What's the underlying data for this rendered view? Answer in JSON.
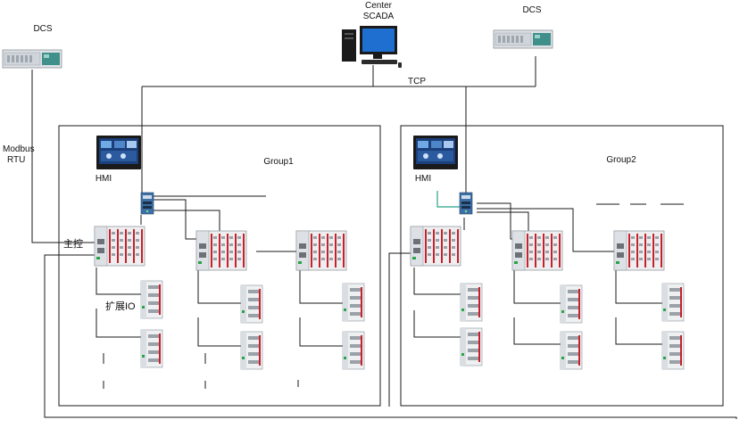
{
  "labels": {
    "dcs_left": "DCS",
    "dcs_right": "DCS",
    "center_scada_line1": "Center",
    "center_scada_line2": "SCADA",
    "tcp": "TCP",
    "modbus_line1": "Modbus",
    "modbus_line2": "RTU",
    "group1": "Group1",
    "group2": "Group2",
    "hmi1": "HMI",
    "hmi2": "HMI",
    "main_control": "主控",
    "expansion_io": "扩展IO"
  },
  "icons": {
    "dcs": "plc-rack-icon",
    "scada": "desktop-computer-icon",
    "hmi": "touch-panel-icon",
    "switch": "network-switch-icon",
    "controller": "io-controller-icon",
    "expansion": "expansion-io-module-icon"
  },
  "colors": {
    "line": "#1a1a1a",
    "device_body": "#e6e8ea",
    "device_accent": "#c8212b",
    "hmi_screen": "#1b3f7a",
    "switch_blue": "#3c6fa6",
    "link_green": "#2aa38a"
  }
}
